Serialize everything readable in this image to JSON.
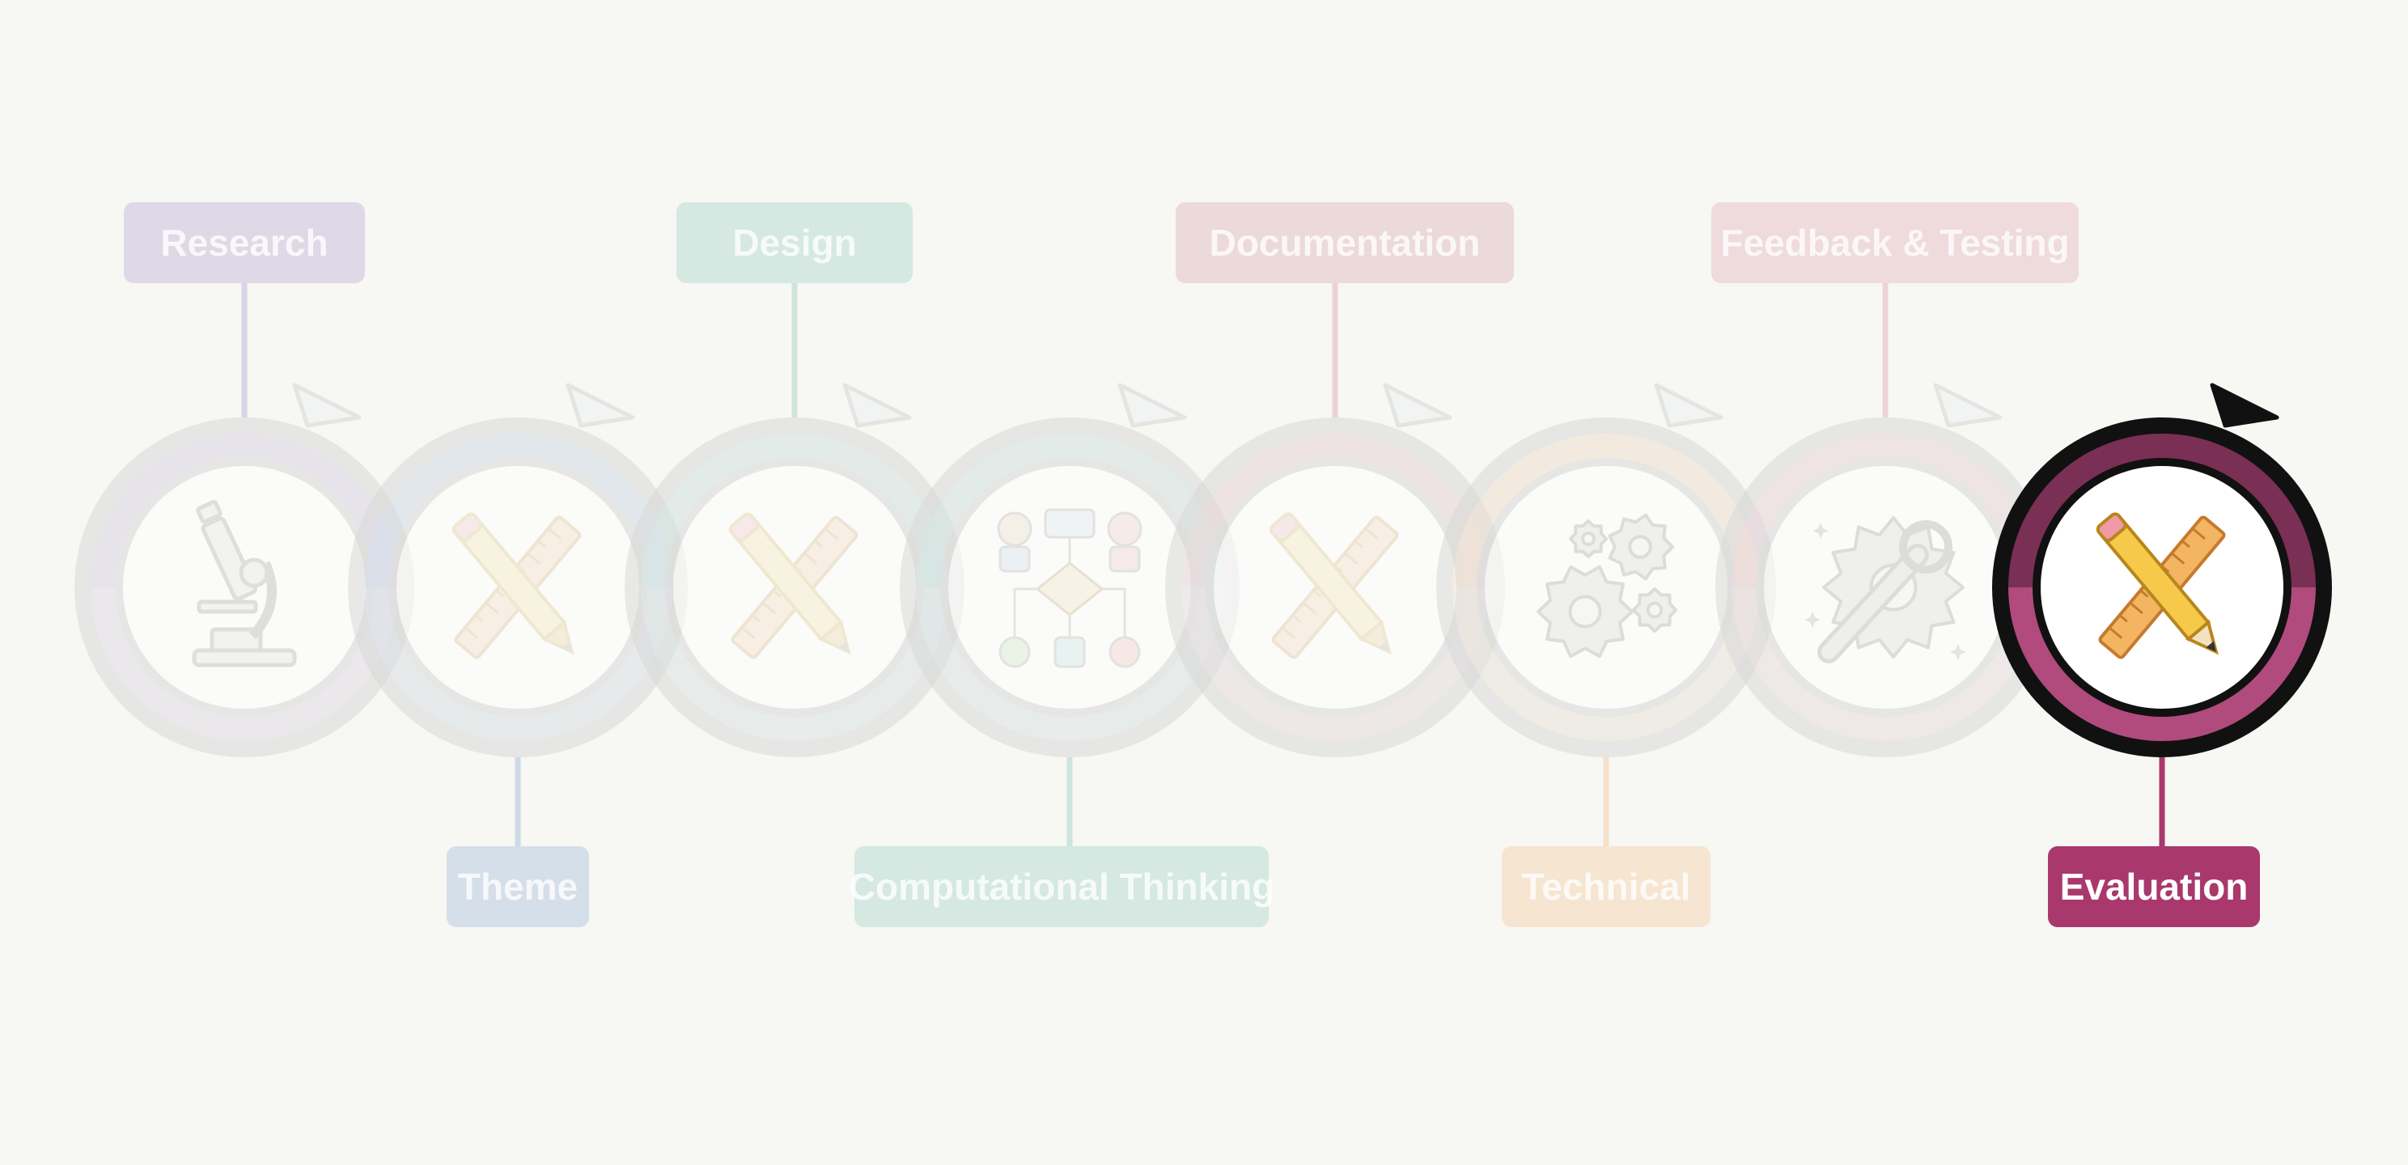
{
  "stages": [
    {
      "label": "Research",
      "icon": "microscope-icon",
      "color": "#b7a6d6",
      "label_pos": "top",
      "active": false
    },
    {
      "label": "Theme",
      "icon": "ruler-pencil-icon",
      "color": "#9fb7dc",
      "label_pos": "bottom",
      "active": false
    },
    {
      "label": "Design",
      "icon": "ruler-pencil-icon",
      "color": "#9dcfc8",
      "label_pos": "top",
      "active": false
    },
    {
      "label": "Computational Thinking",
      "icon": "flowchart-icon",
      "color": "#9dcfc8",
      "label_pos": "bottom",
      "active": false
    },
    {
      "label": "Documentation",
      "icon": "ruler-pencil-icon",
      "color": "#d9a7b3",
      "label_pos": "top",
      "active": false
    },
    {
      "label": "Technical",
      "icon": "gears-icon",
      "color": "#f2c89a",
      "label_pos": "bottom",
      "active": false
    },
    {
      "label": "Feedback & Testing",
      "icon": "wrench-gear-icon",
      "color": "#e2aab9",
      "label_pos": "top",
      "active": false
    },
    {
      "label": "Evaluation",
      "icon": "ruler-pencil-icon",
      "color": "#a9386c",
      "label_pos": "bottom",
      "active": true
    }
  ],
  "colors": {
    "background": "#f7f7f3",
    "ring_gray": "#d9d9d9",
    "active_ring_top": "#7a2f55",
    "active_ring_bottom": "#b14a7d",
    "active_outline": "#111111"
  }
}
